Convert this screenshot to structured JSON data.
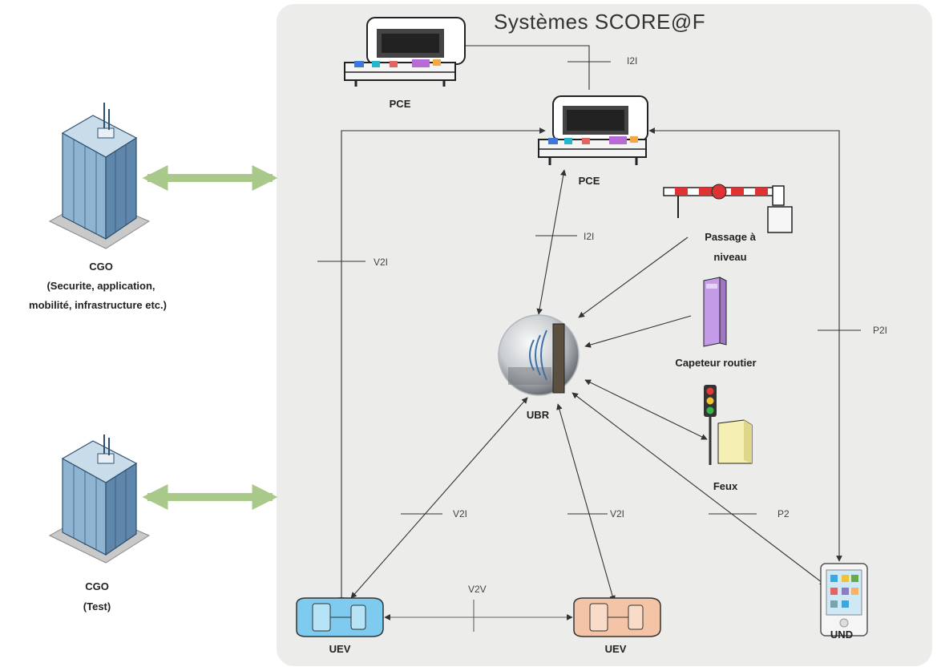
{
  "title": "Systèmes SCORE@F",
  "nodes": {
    "pce_top": "PCE",
    "pce_main": "PCE",
    "ubr": "UBR",
    "passage_line1": "Passage à",
    "passage_line2": "niveau",
    "capteur": "Capeteur routier",
    "feux": "Feux",
    "und": "UND",
    "uev_left": "UEV",
    "uev_right": "UEV",
    "cgo_top_line1": "CGO",
    "cgo_top_line2": "(Securite, application,",
    "cgo_top_line3": "mobilité, infrastructure etc.)",
    "cgo_bottom_line1": "CGO",
    "cgo_bottom_line2": "(Test)"
  },
  "links": {
    "i2i_top": "I2I",
    "i2i_mid": "I2I",
    "v2i_left": "V2I",
    "p2i": "P2I",
    "v2i_a": "V2I",
    "v2i_b": "V2I",
    "p2": "P2",
    "v2v": "V2V"
  },
  "colors": {
    "panel": "#ececea",
    "double_arrow": "#a9c98a",
    "car_left": "#7ecbef",
    "car_right": "#f3c4a6",
    "sensor": "#c49be6",
    "building": "#8fb4d2"
  }
}
